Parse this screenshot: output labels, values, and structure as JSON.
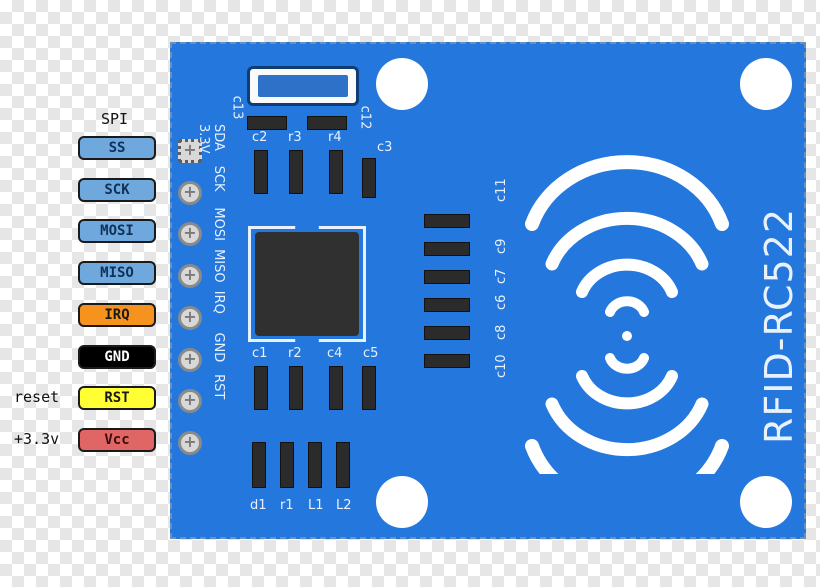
{
  "pinout": {
    "group_label": "SPI",
    "pins": [
      {
        "label": "SS",
        "bg": "#6fa8dc",
        "fg": "#10325a",
        "board": "SDA"
      },
      {
        "label": "SCK",
        "bg": "#6fa8dc",
        "fg": "#10325a",
        "board": "SCK"
      },
      {
        "label": "MOSI",
        "bg": "#6fa8dc",
        "fg": "#10325a",
        "board": "MOSI"
      },
      {
        "label": "MISO",
        "bg": "#6fa8dc",
        "fg": "#10325a",
        "board": "MISO"
      },
      {
        "label": "IRQ",
        "bg": "#f6921e",
        "fg": "#1a1a1a",
        "board": "IRQ"
      },
      {
        "label": "GND",
        "bg": "#000000",
        "fg": "#ffffff",
        "board": "GND"
      },
      {
        "label": "RST",
        "bg": "#ffff33",
        "fg": "#1a1a1a",
        "board": "RST"
      },
      {
        "label": "Vcc",
        "bg": "#e06666",
        "fg": "#3a0c0c",
        "board": "3.3V"
      }
    ],
    "rst_note": "reset",
    "vcc_note": "+3.3v"
  },
  "board": {
    "title": "RFID-RC522",
    "color": "#2377dd",
    "labels": {
      "c13": "c13",
      "c12": "c12",
      "c2": "c2",
      "r3": "r3",
      "r4": "r4",
      "c3": "c3",
      "c1": "c1",
      "r2": "r2",
      "c4": "c4",
      "c5": "c5",
      "d1": "d1",
      "r1": "r1",
      "L1": "L1",
      "L2": "L2",
      "c11": "c11",
      "c9": "c9",
      "c7": "c7",
      "c6": "c6",
      "c8": "c8",
      "c10": "c10"
    }
  }
}
